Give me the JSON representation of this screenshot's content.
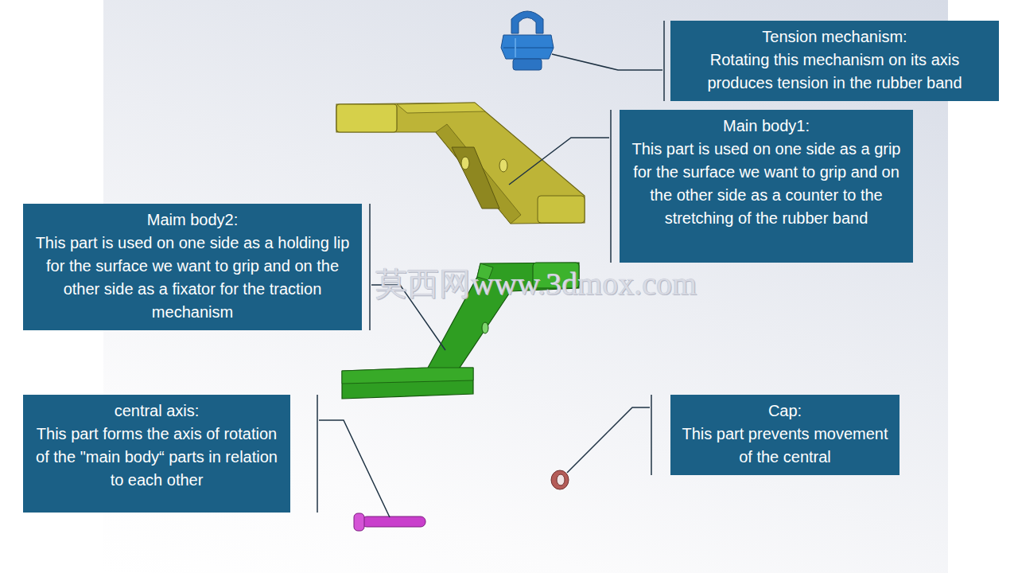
{
  "diagram": {
    "nodes": [
      {
        "text": [
          "Tension mechanism:",
          "Rotating this mechanism on its axis produces tension in the rubber band"
        ]
      },
      {
        "text": [
          "Main body1:",
          "This part is used on one side as a grip for the surface we want to grip and on the other side as a counter to the stretching of the rubber band"
        ]
      },
      {
        "text": [
          "Maim body2:",
          "This part is used on one side as a holding lip for the surface we want to grip and on the other side as a fixator for the traction mechanism"
        ]
      },
      {
        "text": [
          "central axis:",
          "This part forms the axis of rotation of the \"main body“ parts in relation to each other"
        ]
      },
      {
        "text": [
          "Cap:",
          "This part prevents movement of the central"
        ]
      }
    ],
    "labels": [
      "莫西网www.3dmox.com"
    ]
  }
}
